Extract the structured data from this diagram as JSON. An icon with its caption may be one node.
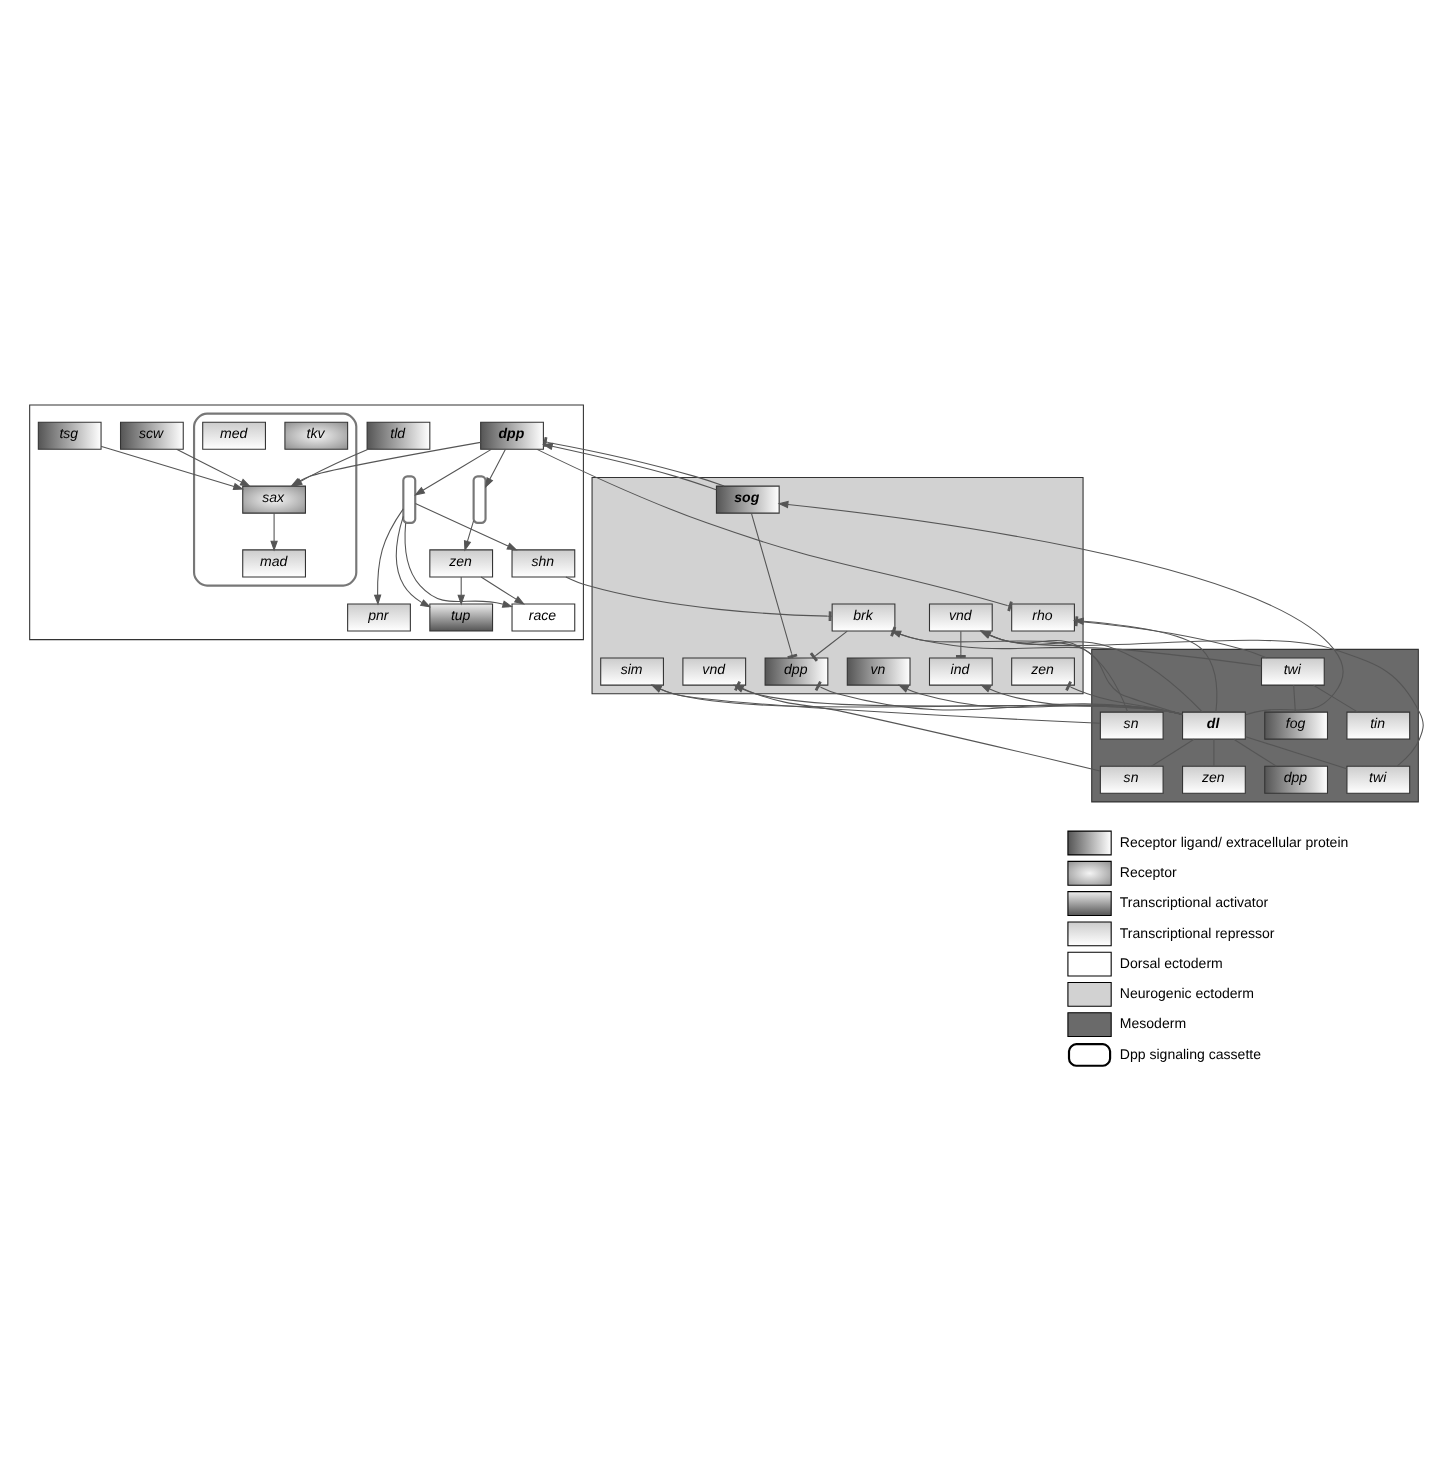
{
  "diagram": {
    "nodes": [
      {
        "text": [],
        "shape": "band"
      },
      {
        "text": [
          "scw"
        ],
        "in": 0
      },
      {
        "text": [
          "tsg"
        ],
        "in": 0
      },
      {
        "text": [
          "race"
        ],
        "in": 0
      },
      {
        "text": [
          "zen"
        ],
        "in": 0
      },
      {
        "text": [
          "tld"
        ],
        "in": 0
      },
      {
        "text": [],
        "shape": "brace",
        "in": 0
      },
      {
        "text": [
          "tup"
        ],
        "in": 0
      },
      {
        "text": [],
        "shape": "brace",
        "in": 0
      },
      {
        "text": [
          "dpp"
        ],
        "in": 0
      },
      {
        "text": [],
        "shape": "brace",
        "in": 0
      },
      {
        "text": [
          "sax"
        ],
        "in": 10
      },
      {
        "text": [
          "tkv"
        ],
        "in": 10
      },
      {
        "text": [
          "mad"
        ],
        "in": 10
      },
      {
        "text": [
          "med"
        ],
        "in": 10
      },
      {
        "text": [
          "shn"
        ],
        "in": 0
      },
      {
        "text": [
          "pnr"
        ],
        "in": 0
      },
      {
        "text": [],
        "shape": "band"
      },
      {
        "text": [
          "dpp"
        ],
        "in": 17
      },
      {
        "text": [
          "sog"
        ],
        "in": 17
      },
      {
        "text": [
          "ind"
        ],
        "in": 17
      },
      {
        "text": [
          "zen"
        ],
        "in": 17
      },
      {
        "text": [
          "rho"
        ],
        "in": 17
      },
      {
        "text": [
          "brk"
        ],
        "in": 17
      },
      {
        "text": [
          "vn"
        ],
        "in": 17
      },
      {
        "text": [
          "vnd"
        ],
        "in": 17
      },
      {
        "text": [
          "vnd"
        ],
        "in": 17
      },
      {
        "text": [
          "sim"
        ],
        "in": 17
      },
      {
        "text": [],
        "shape": "band"
      },
      {
        "text": [
          "sn"
        ],
        "in": 28
      },
      {
        "text": [
          "sn"
        ],
        "in": 28
      },
      {
        "text": [
          "tin"
        ],
        "in": 28
      },
      {
        "text": [
          "twi"
        ],
        "in": 28
      },
      {
        "text": [
          "twi"
        ],
        "in": 28
      },
      {
        "text": [
          "fog"
        ],
        "in": 28
      },
      {
        "text": [
          "dpp"
        ],
        "in": 28
      },
      {
        "text": [
          "dl"
        ],
        "in": 28
      },
      {
        "text": [
          "zen"
        ],
        "in": 28
      }
    ],
    "edges": [
      {
        "from": 1,
        "to": 11,
        "arrow": "to"
      },
      {
        "from": 2,
        "to": 11,
        "arrow": "to"
      },
      {
        "from": 5,
        "to": 11,
        "arrow": "to"
      },
      {
        "from": 9,
        "to": 11,
        "arrow": "to"
      },
      {
        "from": 11,
        "to": 13,
        "arrow": "to"
      },
      {
        "from": 9,
        "to": 8,
        "arrow": "to"
      },
      {
        "from": 8,
        "to": 4,
        "arrow": "to"
      },
      {
        "from": 9,
        "to": 6,
        "arrow": "to"
      },
      {
        "from": 6,
        "to": 3,
        "arrow": "to"
      },
      {
        "from": 6,
        "to": 7,
        "arrow": "to"
      },
      {
        "from": 6,
        "to": 15,
        "arrow": "to"
      },
      {
        "from": 6,
        "to": 16,
        "arrow": "to"
      },
      {
        "from": 4,
        "to": 3,
        "arrow": "to"
      },
      {
        "from": 4,
        "to": 7,
        "arrow": "to"
      },
      {
        "from": 19,
        "to": 9,
        "arrow": "to"
      },
      {
        "from": 19,
        "to": 9,
        "arrow": "other"
      },
      {
        "from": 9,
        "to": 22,
        "arrow": "other"
      },
      {
        "from": 15,
        "to": 23,
        "arrow": "other"
      },
      {
        "from": 19,
        "to": 18,
        "arrow": "other"
      },
      {
        "from": 23,
        "to": 18,
        "arrow": "other"
      },
      {
        "from": 36,
        "to": 19,
        "arrow": "to"
      },
      {
        "from": 36,
        "to": 20,
        "arrow": "to"
      },
      {
        "from": 36,
        "to": 24,
        "arrow": "to"
      },
      {
        "from": 36,
        "to": 26,
        "arrow": "to"
      },
      {
        "from": 36,
        "to": 27,
        "arrow": "to"
      },
      {
        "from": 36,
        "to": 23,
        "arrow": "to"
      },
      {
        "from": 36,
        "to": 22,
        "arrow": "to"
      },
      {
        "from": 36,
        "to": 25,
        "arrow": "to"
      },
      {
        "from": 36,
        "to": 21,
        "arrow": "other"
      },
      {
        "from": 36,
        "to": 18,
        "arrow": "other"
      },
      {
        "from": 26,
        "to": 20,
        "arrow": "other"
      },
      {
        "from": 29,
        "to": 25,
        "arrow": "other"
      },
      {
        "from": 32,
        "to": 23,
        "arrow": "other"
      },
      {
        "from": 32,
        "to": 22,
        "arrow": "other"
      },
      {
        "from": 30,
        "to": 26,
        "arrow": "to"
      },
      {
        "from": 33,
        "to": 26,
        "arrow": "to"
      },
      {
        "from": 30,
        "to": 27,
        "arrow": "to"
      },
      {
        "from": 32,
        "to": 31,
        "arrow": "none"
      },
      {
        "from": 32,
        "to": 34,
        "arrow": "none"
      },
      {
        "from": 36,
        "to": 35,
        "arrow": "none"
      },
      {
        "from": 36,
        "to": 37,
        "arrow": "none"
      },
      {
        "from": 36,
        "to": 29,
        "arrow": "none"
      },
      {
        "from": 36,
        "to": 33,
        "arrow": "none"
      }
    ],
    "legend": [
      {
        "text": "Receptor ligand/ extracellular protein"
      },
      {
        "text": "Receptor"
      },
      {
        "text": "Transcriptional activator"
      },
      {
        "text": "Transcriptional repressor"
      },
      {
        "text": "Dorsal ectoderm",
        "color": "#ffffff"
      },
      {
        "text": "Neurogenic ectoderm",
        "color": "#d2d2d2"
      },
      {
        "text": "Mesoderm",
        "color": "#6a6a6a"
      },
      {
        "text": "Dpp signaling cassette"
      }
    ]
  }
}
